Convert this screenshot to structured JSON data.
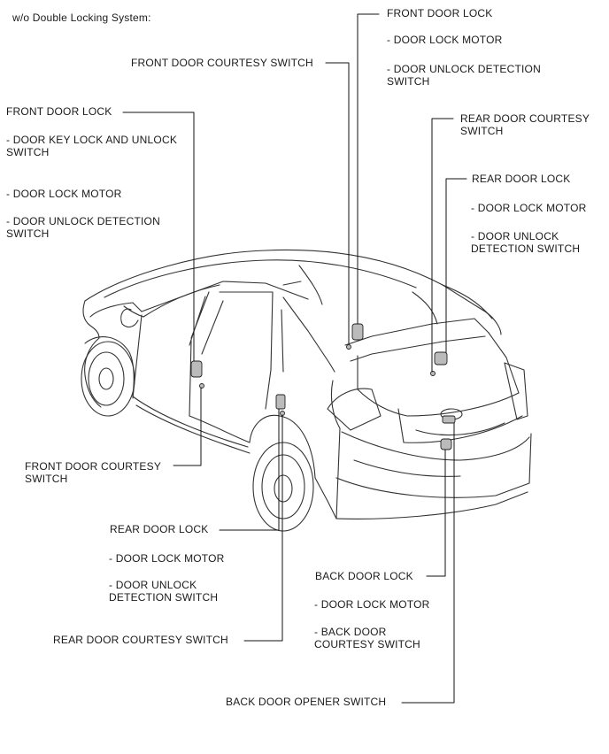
{
  "header": "w/o Double Locking System:",
  "labels": {
    "front_right_lock": {
      "title": "FRONT DOOR LOCK",
      "items": [
        "- DOOR LOCK MOTOR",
        "- DOOR UNLOCK DETECTION\nSWITCH"
      ]
    },
    "front_right_courtesy": {
      "title": "FRONT DOOR COURTESY SWITCH"
    },
    "rear_right_courtesy": {
      "title": "REAR DOOR COURTESY\nSWITCH"
    },
    "rear_right_lock": {
      "title": "REAR DOOR LOCK",
      "items": [
        "- DOOR LOCK MOTOR",
        "- DOOR UNLOCK\nDETECTION SWITCH"
      ]
    },
    "front_left_lock": {
      "title": "FRONT DOOR LOCK",
      "items": [
        "- DOOR KEY LOCK AND UNLOCK\nSWITCH",
        "- DOOR LOCK MOTOR",
        "- DOOR UNLOCK DETECTION\nSWITCH"
      ]
    },
    "front_left_courtesy": {
      "title": "FRONT DOOR COURTESY\nSWITCH"
    },
    "rear_left_lock": {
      "title": "REAR DOOR LOCK",
      "items": [
        "- DOOR LOCK MOTOR",
        "- DOOR UNLOCK\nDETECTION SWITCH"
      ]
    },
    "rear_left_courtesy": {
      "title": "REAR DOOR COURTESY SWITCH"
    },
    "back_door_lock": {
      "title": "BACK DOOR LOCK",
      "items": [
        "- DOOR LOCK MOTOR",
        "- BACK DOOR\nCOURTESY SWITCH"
      ]
    },
    "back_door_opener": {
      "title": "BACK DOOR OPENER SWITCH"
    }
  }
}
